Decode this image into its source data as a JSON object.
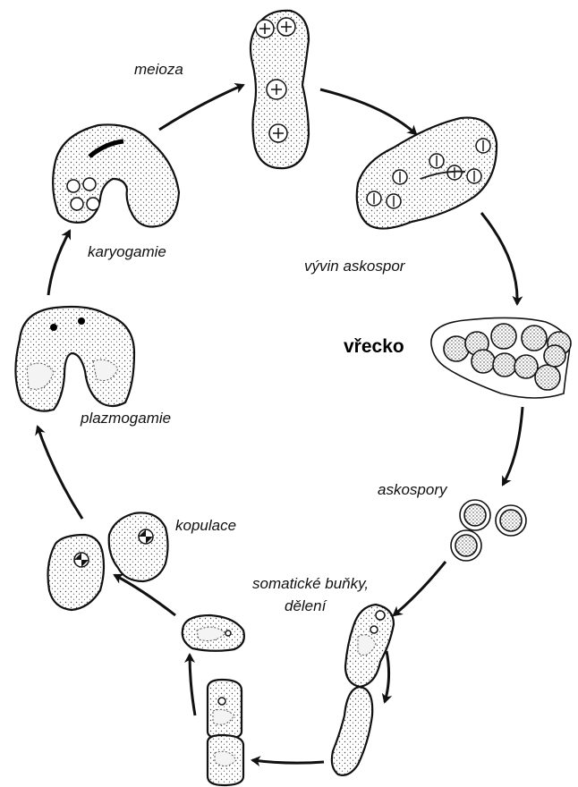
{
  "labels": {
    "meioza": "meioza",
    "vyvin_askospor": "vývin askospor",
    "vrecko": "vřecko",
    "askospory": "askospory",
    "somaticke_line1": "somatické buňky,",
    "somaticke_line2": "dělení",
    "kopulace": "kopulace",
    "plazmogamie": "plazmogamie",
    "karyogamie": "karyogamie"
  }
}
